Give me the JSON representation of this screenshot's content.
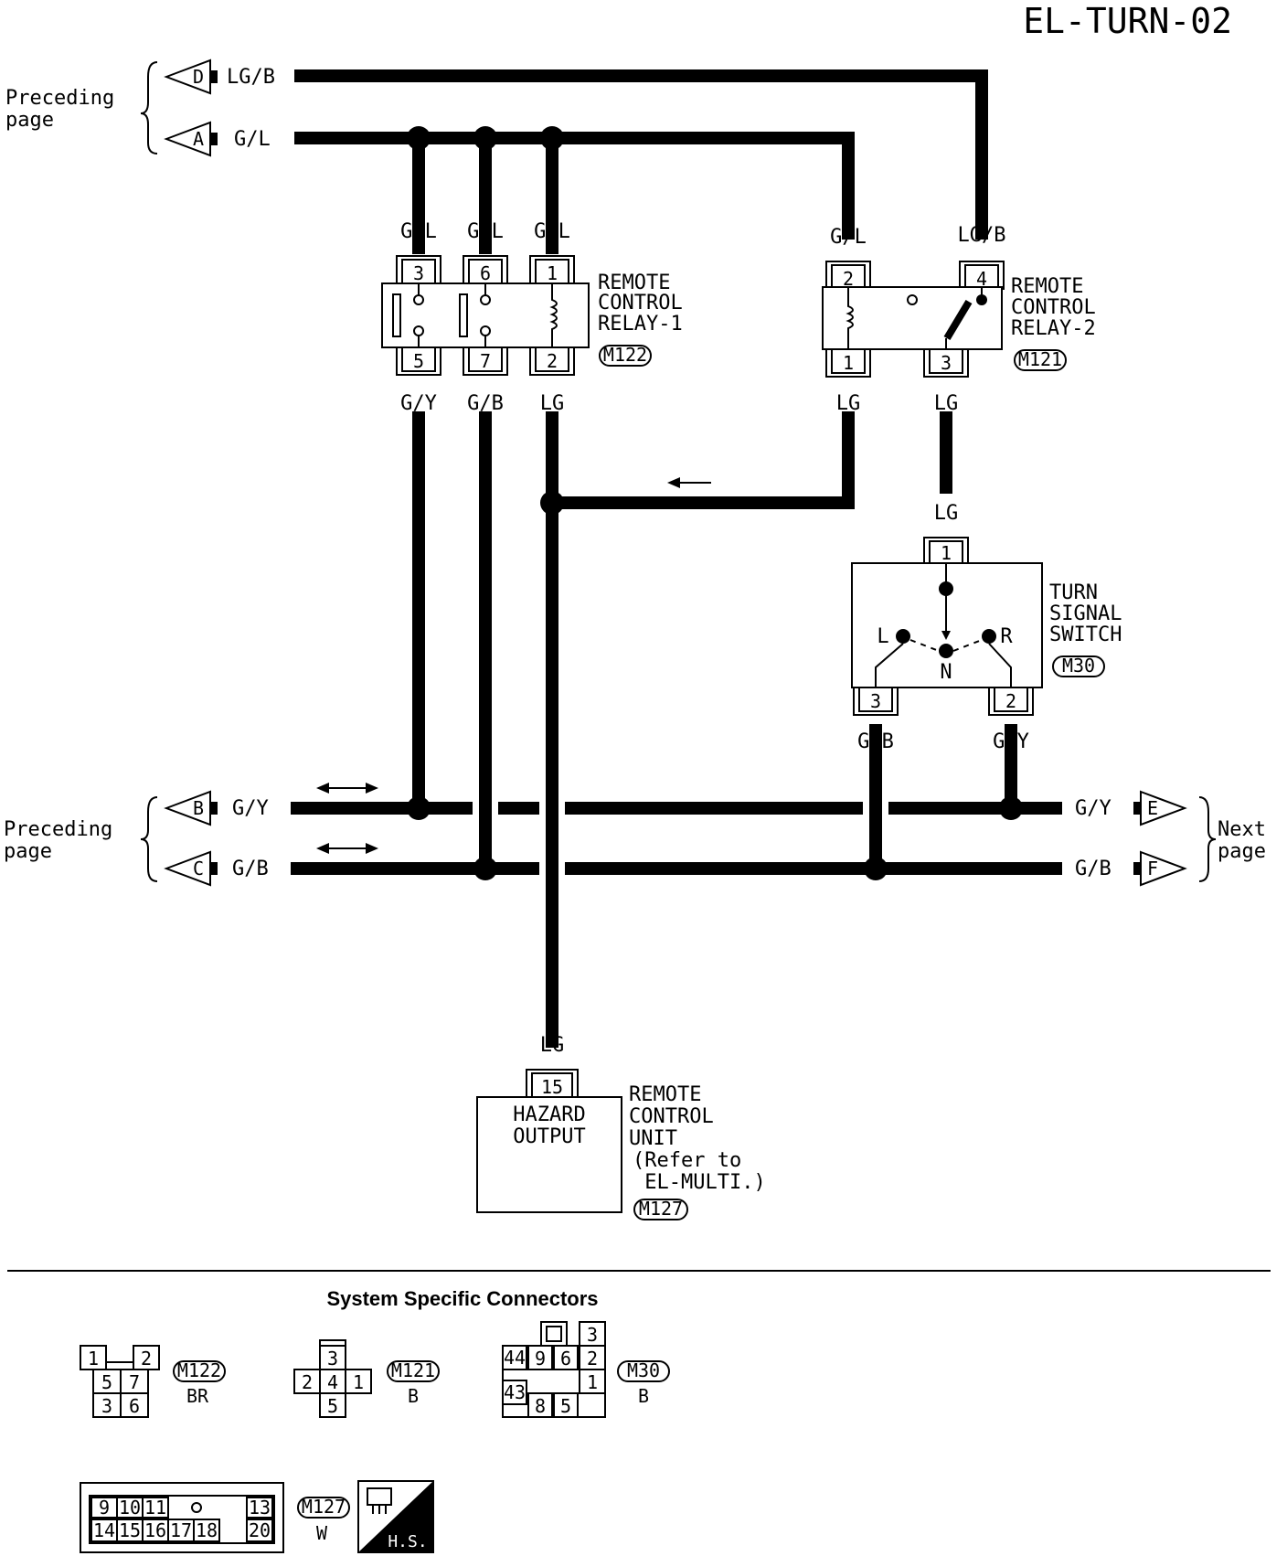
{
  "page_code": "EL-TURN-02",
  "preceding_page": "Preceding\npage",
  "next_page": "Next\npage",
  "connectors_off_page": [
    {
      "id": "D",
      "wire": "LG/B"
    },
    {
      "id": "A",
      "wire": "G/L"
    },
    {
      "id": "B",
      "wire": "G/Y"
    },
    {
      "id": "C",
      "wire": "G/B"
    },
    {
      "id": "E",
      "wire": "G/Y"
    },
    {
      "id": "F",
      "wire": "G/B"
    }
  ],
  "relay1": {
    "title": [
      "REMOTE",
      "CONTROL",
      "RELAY-1"
    ],
    "connector": "M122",
    "top_pins": [
      {
        "pin": "3",
        "wire": "G/L"
      },
      {
        "pin": "6",
        "wire": "G/L"
      },
      {
        "pin": "1",
        "wire": "G/L"
      }
    ],
    "bottom_pins": [
      {
        "pin": "5",
        "wire": "G/Y"
      },
      {
        "pin": "7",
        "wire": "G/B"
      },
      {
        "pin": "2",
        "wire": "LG"
      }
    ]
  },
  "relay2": {
    "title": [
      "REMOTE",
      "CONTROL",
      "RELAY-2"
    ],
    "connector": "M121",
    "top_pins": [
      {
        "pin": "2",
        "wire": "G/L"
      },
      {
        "pin": "4",
        "wire": "LG/B"
      }
    ],
    "bottom_pins": [
      {
        "pin": "1",
        "wire": "LG"
      },
      {
        "pin": "3",
        "wire": "LG"
      }
    ]
  },
  "turn_switch": {
    "title": [
      "TURN",
      "SIGNAL",
      "SWITCH"
    ],
    "connector": "M30",
    "top_pin": {
      "pin": "1",
      "wire": "LG"
    },
    "positions": {
      "left": "L",
      "right": "R",
      "neutral": "N"
    },
    "bottom_pins": [
      {
        "pin": "3",
        "wire": "G/B"
      },
      {
        "pin": "2",
        "wire": "G/Y"
      }
    ]
  },
  "remote_unit": {
    "box_text": [
      "HAZARD",
      "OUTPUT"
    ],
    "title": [
      "REMOTE",
      "CONTROL",
      "UNIT",
      "(Refer to",
      " EL-MULTI.)"
    ],
    "connector": "M127",
    "pin": {
      "pin": "15",
      "wire": "LG"
    }
  },
  "section_title": "System Specific Connectors",
  "connector_views": [
    {
      "id": "M122",
      "color": "BR",
      "cells": [
        "1",
        "2",
        "5",
        "7",
        "3",
        "6"
      ]
    },
    {
      "id": "M121",
      "color": "B",
      "cells": [
        "3",
        "2",
        "4",
        "1",
        "5"
      ]
    },
    {
      "id": "M30",
      "color": "B",
      "cells": [
        "3",
        "44",
        "9",
        "6",
        "2",
        "1",
        "43",
        "8",
        "5"
      ]
    },
    {
      "id": "M127",
      "color": "W",
      "cells": [
        "9",
        "10",
        "11",
        "13",
        "14",
        "15",
        "16",
        "17",
        "18",
        "20"
      ]
    }
  ],
  "hs_badge": "H.S."
}
